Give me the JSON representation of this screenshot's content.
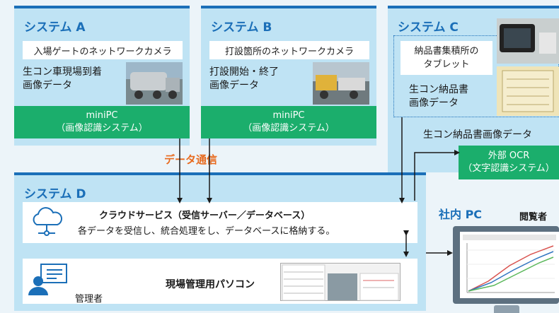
{
  "systemA": {
    "title": "システム A",
    "camera": "入場ゲートのネットワークカメラ",
    "data_label_1": "生コン車現場到着",
    "data_label_2": "画像データ",
    "pc_line1": "miniPC",
    "pc_line2": "（画像認識システム）"
  },
  "systemB": {
    "title": "システム B",
    "camera": "打設箇所のネットワークカメラ",
    "data_label_1": "打設開始・終了",
    "data_label_2": "画像データ",
    "pc_line1": "miniPC",
    "pc_line2": "（画像認識システム）"
  },
  "systemC": {
    "title": "システム C",
    "tablet_1": "納品書集積所の",
    "tablet_2": "タブレット",
    "data_label_1": "生コン納品書",
    "data_label_2": "画像データ",
    "flow_label": "生コン納品書画像データ",
    "ocr_line1": "外部 OCR",
    "ocr_line2": "（文字認識システム）"
  },
  "comm_label": "データ通信",
  "systemD": {
    "title": "システム D",
    "cloud_title": "クラウドサービス（受信サーバー／データベース）",
    "cloud_desc": "各データを受信し、統合処理をし、データベースに格納する。",
    "pc_label": "現場管理用パソコン",
    "admin_label": "管理者"
  },
  "office": {
    "title": "社内 PC",
    "viewer": "閲覧者"
  },
  "colors": {
    "panel": "#bfe3f4",
    "accent": "#1b6fb8",
    "green": "#1bae6c",
    "orange": "#e86a1e"
  }
}
